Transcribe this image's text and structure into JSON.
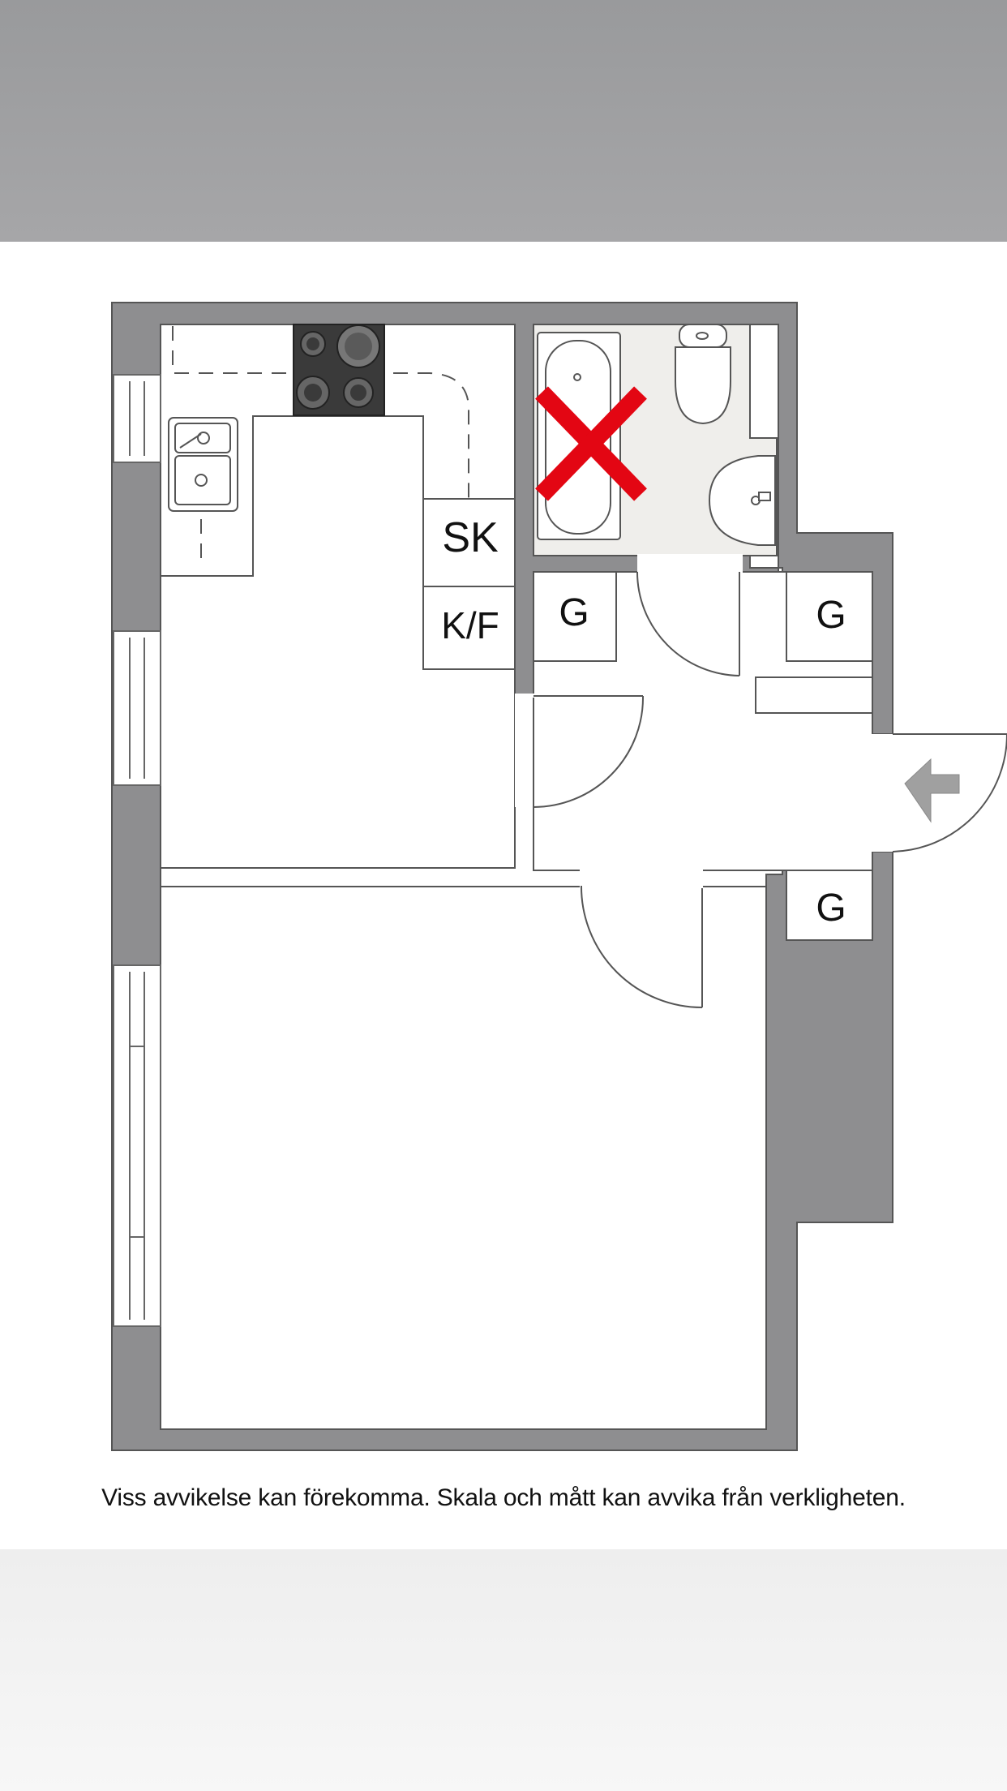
{
  "labels": {
    "sk": "SK",
    "kf": "K/F",
    "g_bath_left": "G",
    "g_hall_right": "G",
    "g_hall_bottom": "G"
  },
  "disclaimer": "Viss avvikelse kan förekomma. Skala och mått kan avvika från verkligheten.",
  "colors": {
    "wall": "#8e8e90",
    "wall_stroke": "#555555",
    "bathroom_floor": "#efeeeb",
    "cross_mark": "#e30613",
    "entrance_arrow": "#a0a0a0",
    "stove": "#3a3a3a"
  },
  "icons": [
    "stove-icon",
    "sink-icon",
    "bathtub-icon",
    "toilet-icon",
    "washbasin-icon",
    "entrance-arrow-icon",
    "cross-mark-icon"
  ]
}
